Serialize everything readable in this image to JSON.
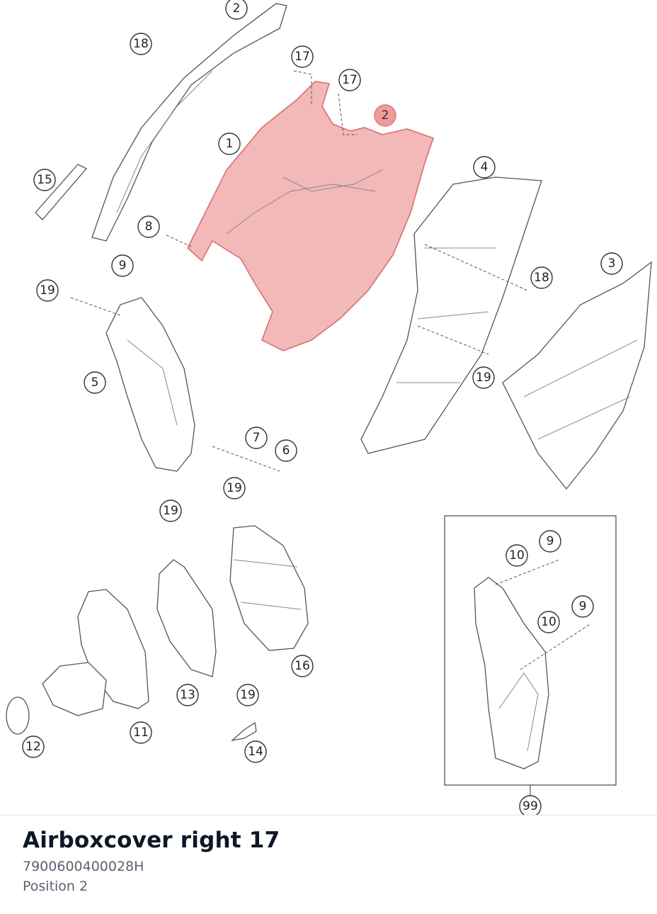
{
  "product": {
    "title": "Airboxcover right 17",
    "part_number": "7900600400028H",
    "position": "Position 2"
  },
  "diagram": {
    "highlight_color": "#f19a9a",
    "callouts": [
      "1",
      "2",
      "2",
      "3",
      "4",
      "5",
      "6",
      "7",
      "8",
      "9",
      "9",
      "9",
      "10",
      "10",
      "11",
      "12",
      "13",
      "14",
      "15",
      "16",
      "17",
      "17",
      "18",
      "18",
      "19",
      "19",
      "19",
      "19",
      "19",
      "99"
    ]
  }
}
